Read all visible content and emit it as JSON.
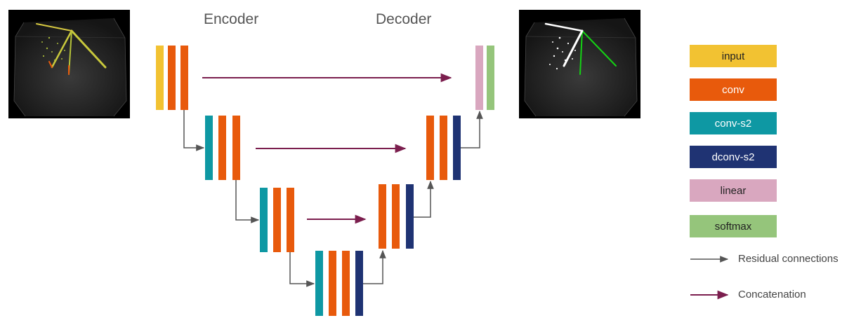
{
  "headings": {
    "encoder": "Encoder",
    "decoder": "Decoder"
  },
  "legend": [
    {
      "label": "input",
      "color": "#f2c232",
      "text_color": "#222222"
    },
    {
      "label": "conv",
      "color": "#e85a0c",
      "text_color": "#ffffff"
    },
    {
      "label": "conv-s2",
      "color": "#0e98a3",
      "text_color": "#ffffff"
    },
    {
      "label": "dconv-s2",
      "color": "#1f3373",
      "text_color": "#ffffff"
    },
    {
      "label": "linear",
      "color": "#d9a7bf",
      "text_color": "#222222"
    },
    {
      "label": "softmax",
      "color": "#95c57b",
      "text_color": "#222222"
    }
  ],
  "arrow_legend": {
    "residual": {
      "label": "Residual connections",
      "color": "#555555"
    },
    "concat": {
      "label": "Concatenation",
      "color": "#7b1e4e"
    }
  },
  "thumbnails": {
    "input_image": {
      "icon": "3d-event-display-input",
      "track_color": "#c8c83c"
    },
    "output_image": {
      "icon": "3d-event-display-output",
      "track_color": "#14d214"
    }
  }
}
